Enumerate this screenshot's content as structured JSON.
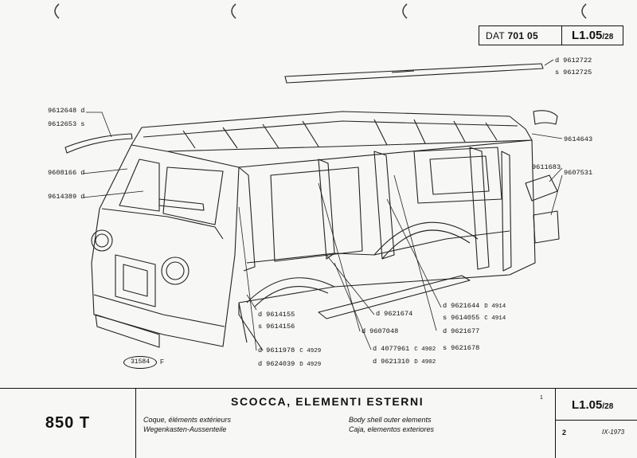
{
  "header": {
    "dat_label": "DAT",
    "dat_number": "701 05",
    "sheet_code": "L1.05",
    "sheet_sub": "/28"
  },
  "parts": {
    "p1": {
      "side": "d",
      "number": "9612722"
    },
    "p2": {
      "side": "s",
      "number": "9612725"
    },
    "p3": {
      "side": "d",
      "number": "9612648"
    },
    "p4": {
      "side": "s",
      "number": "9612653"
    },
    "p5": {
      "side": "d",
      "number": "9608166"
    },
    "p6": {
      "side": "d",
      "number": "9614389"
    },
    "p7": {
      "number": "9614643"
    },
    "p8": {
      "number": "9611683"
    },
    "p9": {
      "number": "9607531"
    },
    "p10": {
      "side": "d",
      "number": "9614155"
    },
    "p11": {
      "side": "s",
      "number": "9614156"
    },
    "p12": {
      "side": "d",
      "number": "9621674"
    },
    "p13": {
      "side": "d",
      "number": "9607048"
    },
    "p14": {
      "side": "d",
      "number": "9621644",
      "variant": "D 4914"
    },
    "p15": {
      "side": "s",
      "number": "9614055",
      "variant": "C 4914"
    },
    "p16": {
      "side": "d",
      "number": "9621677"
    },
    "p17": {
      "side": "s",
      "number": "9621678"
    },
    "p18": {
      "side": "d",
      "number": "9611978",
      "variant": "C 4929"
    },
    "p19": {
      "side": "d",
      "number": "9624039",
      "variant": "D 4929"
    },
    "p20": {
      "side": "d",
      "number": "4077961",
      "variant": "C 4902"
    },
    "p21": {
      "side": "d",
      "number": "9621310",
      "variant": "D 4902"
    }
  },
  "figure_ref": {
    "number": "31584",
    "suffix": "F"
  },
  "footer": {
    "model": "850 T",
    "title": "SCOCCA, ELEMENTI ESTERNI",
    "fr": "Coque, éléments extérieurs",
    "de": "Wegenkasten-Aussenteile",
    "en": "Body shell outer elements",
    "es": "Caja, elementos exteriores",
    "code": "L1.05",
    "code_sub": "/28",
    "page": "2",
    "date": "IX-1973",
    "mark": "1"
  }
}
